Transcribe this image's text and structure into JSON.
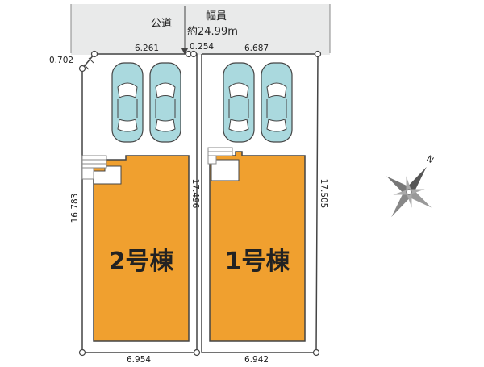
{
  "road": {
    "label": "公道",
    "width_label": "幅員",
    "width_value": "約24.99m"
  },
  "dimensions": {
    "top_left": "6.261",
    "top_mid": "0.254",
    "top_right": "6.687",
    "corner": "0.702",
    "left_side": "16.783",
    "middle_side": "17.496",
    "right_side": "17.505",
    "bottom_left": "6.954",
    "bottom_right": "6.942"
  },
  "lots": [
    {
      "label": "2号棟"
    },
    {
      "label": "1号棟"
    }
  ],
  "compass": {
    "north_label": "N"
  },
  "colors": {
    "road": "#e9eaea",
    "building": "#f0a02f",
    "car": "#aad9de",
    "lines": "#444444"
  }
}
